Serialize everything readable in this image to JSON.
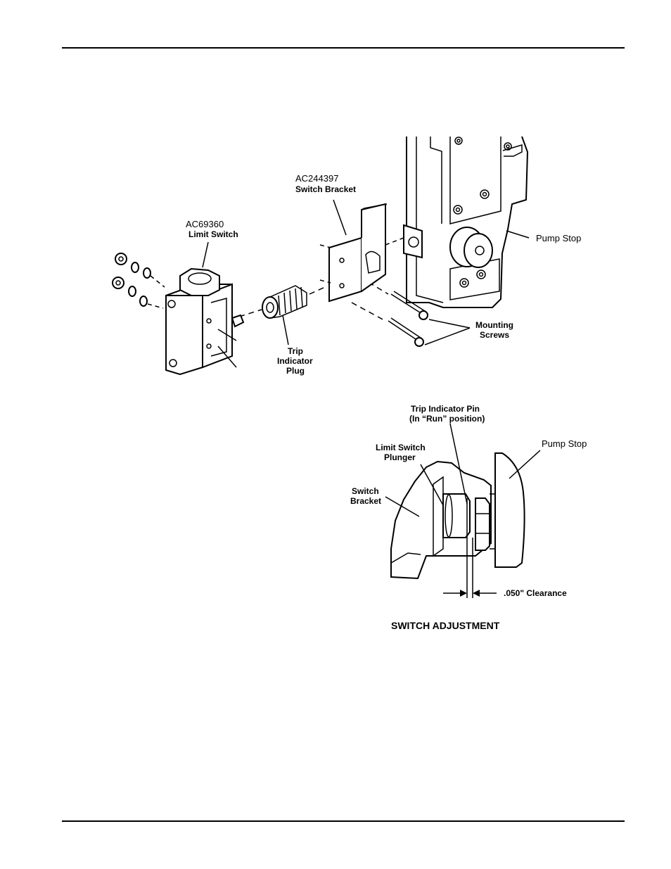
{
  "exploded_view": {
    "limit_switch": {
      "part_number": "AC69360",
      "name": "Limit Switch"
    },
    "switch_bracket": {
      "part_number": "AC244397",
      "name": "Switch Bracket"
    },
    "pump_stop": "Pump Stop",
    "mounting_screws": [
      "Mounting",
      "Screws"
    ],
    "trip_indicator_plug": [
      "Trip",
      "Indicator",
      "Plug"
    ]
  },
  "switch_adjustment": {
    "trip_indicator_pin": [
      "Trip Indicator Pin",
      "(In “Run” position)"
    ],
    "limit_switch_plunger": [
      "Limit Switch",
      "Plunger"
    ],
    "switch_bracket": [
      "Switch",
      "Bracket"
    ],
    "pump_stop": "Pump Stop",
    "clearance": ".050\" Clearance",
    "caption": "SWITCH ADJUSTMENT"
  }
}
